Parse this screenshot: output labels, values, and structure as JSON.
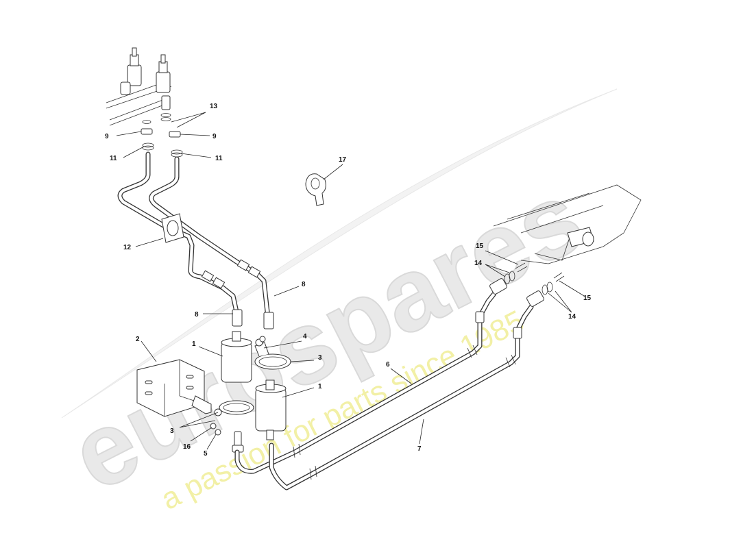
{
  "watermark": {
    "brand": "eurospares",
    "tagline": "a passion for parts since 1985",
    "brand_color": "#e6e6e6",
    "tagline_color": "#f3f1a0"
  },
  "callouts": {
    "c1a": "1",
    "c1b": "1",
    "c2": "2",
    "c3a": "3",
    "c3b": "3",
    "c4": "4",
    "c5": "5",
    "c6": "6",
    "c7": "7",
    "c8a": "8",
    "c8b": "8",
    "c9a": "9",
    "c9b": "9",
    "c11a": "11",
    "c11b": "11",
    "c12": "12",
    "c13": "13",
    "c14a": "14",
    "c14b": "14",
    "c15a": "15",
    "c15b": "15",
    "c16": "16",
    "c17": "17"
  },
  "icons": {
    "fuel_filter": "fuel-filter-icon",
    "bracket": "mounting-bracket-icon",
    "clamp": "strap-clamp-icon",
    "grommet": "grommet-icon",
    "o_ring": "o-ring-icon"
  }
}
